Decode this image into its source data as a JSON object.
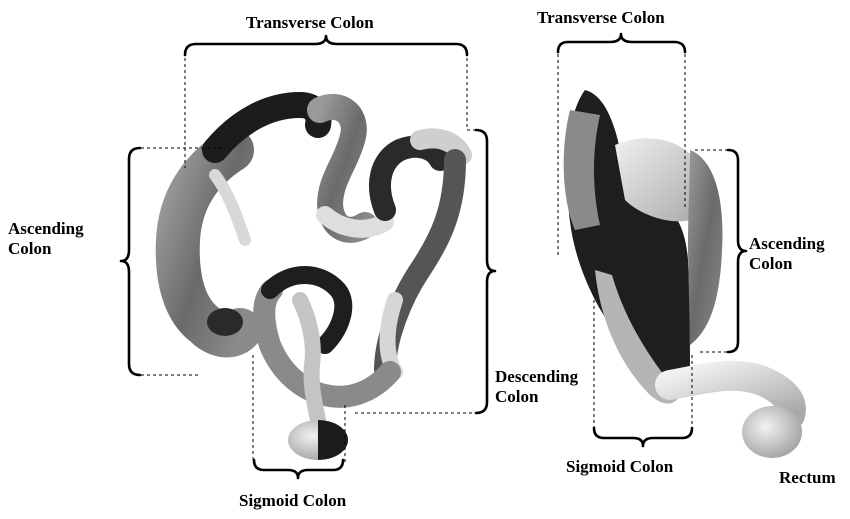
{
  "figure": {
    "left_view": {
      "transverse": "Transverse Colon",
      "ascending_line1": "Ascending",
      "ascending_line2": "Colon",
      "descending_line1": "Descending",
      "descending_line2": "Colon",
      "sigmoid": "Sigmoid Colon"
    },
    "right_view": {
      "transverse": "Transverse Colon",
      "ascending_line1": "Ascending",
      "ascending_line2": "Colon",
      "sigmoid": "Sigmoid Colon",
      "rectum": "Rectum"
    }
  },
  "colors": {
    "tissue_dark": "#1c1c1c",
    "tissue_mid": "#6f6f6f",
    "tissue_light": "#bdbdbd",
    "tissue_highlight": "#e6e6e6"
  }
}
